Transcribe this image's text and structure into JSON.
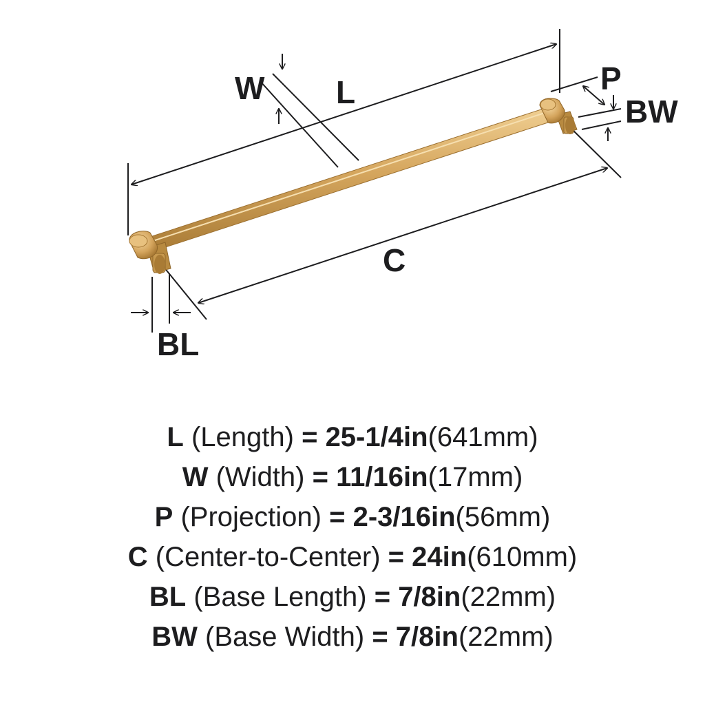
{
  "colors": {
    "ink": "#1d1d1f",
    "brass": "#d1a35a",
    "brass_dark": "#a87a33",
    "brass_light": "#ecc98a"
  },
  "diagram": {
    "labels": {
      "L": "L",
      "W": "W",
      "P": "P",
      "BW": "BW",
      "C": "C",
      "BL": "BL"
    }
  },
  "specs": [
    {
      "code": "L",
      "name": " (Length) ",
      "eq": "= ",
      "imperial": "25-1/4in",
      "metric": "(641mm)"
    },
    {
      "code": "W",
      "name": " (Width) ",
      "eq": "= ",
      "imperial": "11/16in",
      "metric": "(17mm)"
    },
    {
      "code": "P",
      "name": " (Projection) ",
      "eq": "= ",
      "imperial": "2-3/16in",
      "metric": "(56mm)"
    },
    {
      "code": "C",
      "name": " (Center-to-Center) ",
      "eq": "= ",
      "imperial": "24in",
      "metric": "(610mm)"
    },
    {
      "code": "BL",
      "name": " (Base Length) ",
      "eq": "= ",
      "imperial": "7/8in",
      "metric": "(22mm)"
    },
    {
      "code": "BW",
      "name": " (Base Width) ",
      "eq": "= ",
      "imperial": "7/8in",
      "metric": "(22mm)"
    }
  ]
}
